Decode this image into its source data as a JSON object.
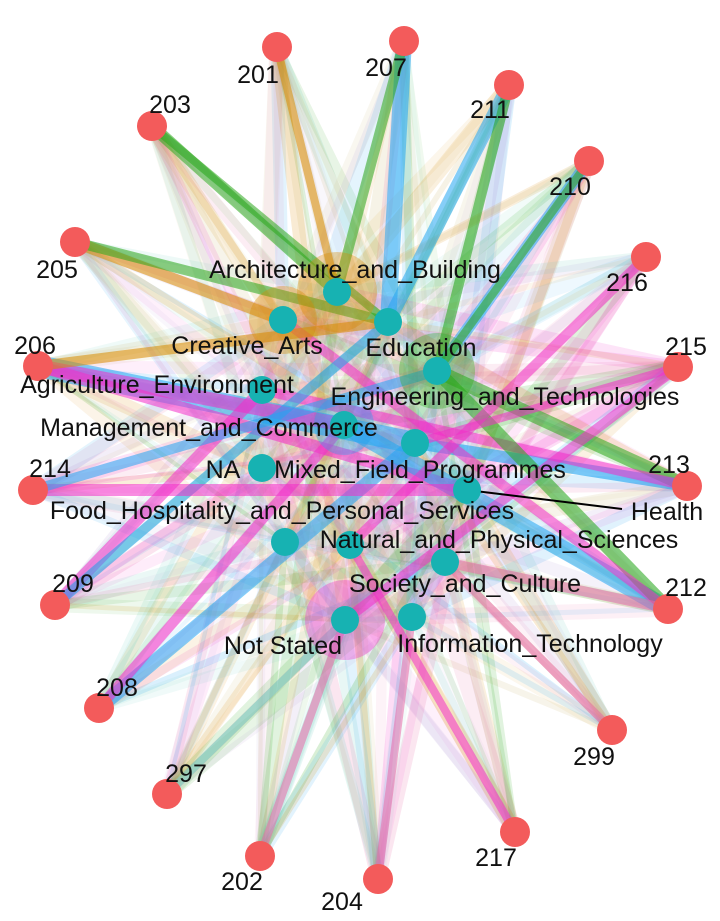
{
  "network": {
    "node_colors": {
      "outer": "#f35b5b",
      "inner": "#17b2b2"
    },
    "edge_palette": [
      "#d98a00",
      "#22a6f2",
      "#2aa81a",
      "#f22ec8",
      "#e86aa8",
      "#6fd0c0",
      "#b59bd6",
      "#c9b36a"
    ],
    "outer_nodes": [
      {
        "id": "201",
        "label": "201"
      },
      {
        "id": "207",
        "label": "207"
      },
      {
        "id": "211",
        "label": "211"
      },
      {
        "id": "210",
        "label": "210"
      },
      {
        "id": "216",
        "label": "216"
      },
      {
        "id": "215",
        "label": "215"
      },
      {
        "id": "213",
        "label": "213"
      },
      {
        "id": "212",
        "label": "212"
      },
      {
        "id": "299",
        "label": "299"
      },
      {
        "id": "217",
        "label": "217"
      },
      {
        "id": "204",
        "label": "204"
      },
      {
        "id": "202",
        "label": "202"
      },
      {
        "id": "297",
        "label": "297"
      },
      {
        "id": "208",
        "label": "208"
      },
      {
        "id": "209",
        "label": "209"
      },
      {
        "id": "214",
        "label": "214"
      },
      {
        "id": "206",
        "label": "206"
      },
      {
        "id": "205",
        "label": "205"
      },
      {
        "id": "203",
        "label": "203"
      }
    ],
    "inner_nodes": [
      {
        "id": "architecture",
        "label": "Architecture_and_Building"
      },
      {
        "id": "creative",
        "label": "Creative_Arts"
      },
      {
        "id": "education",
        "label": "Education"
      },
      {
        "id": "agriculture",
        "label": "Agriculture_Environment"
      },
      {
        "id": "engineering",
        "label": "Engineering_and_Technologies"
      },
      {
        "id": "management",
        "label": "Management_and_Commerce"
      },
      {
        "id": "na",
        "label": "NA"
      },
      {
        "id": "mixed",
        "label": "Mixed_Field_Programmes"
      },
      {
        "id": "health",
        "label": "Health"
      },
      {
        "id": "food",
        "label": "Food_Hospitality_and_Personal_Services"
      },
      {
        "id": "natural",
        "label": "Natural_and_Physical_Sciences"
      },
      {
        "id": "society",
        "label": "Society_and_Culture"
      },
      {
        "id": "not_stated",
        "label": "Not Stated"
      },
      {
        "id": "it",
        "label": "Information_Technology"
      }
    ]
  }
}
